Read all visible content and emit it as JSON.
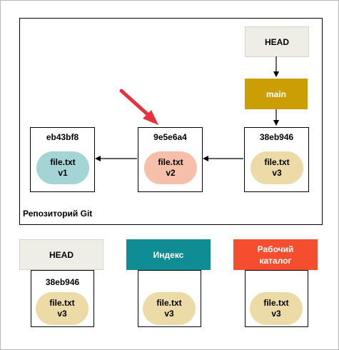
{
  "repo": {
    "label": "Репозиторий Git"
  },
  "refs": {
    "head": "HEAD",
    "branch": "main"
  },
  "commits": [
    {
      "hash": "eb43bf8",
      "file": "file.txt",
      "version": "v1",
      "color": "#a4d4d6"
    },
    {
      "hash": "9e5e6a4",
      "file": "file.txt",
      "version": "v2",
      "color": "#f5bfaa"
    },
    {
      "hash": "38eb946",
      "file": "file.txt",
      "version": "v3",
      "color": "#ecdba6"
    }
  ],
  "areas": [
    {
      "title": "HEAD",
      "hash": "38eb946",
      "file": "file.txt",
      "version": "v3",
      "header_color": "#efeee6",
      "text_color": "#000000"
    },
    {
      "title": "Индекс",
      "hash": "",
      "file": "file.txt",
      "version": "v3",
      "header_color": "#0f8c94",
      "text_color": "#ffffff"
    },
    {
      "title": "Рабочий каталог",
      "title_line1": "Рабочий",
      "title_line2": "каталог",
      "hash": "",
      "file": "file.txt",
      "version": "v3",
      "header_color": "#f54e2f",
      "text_color": "#ffffff"
    }
  ],
  "colors": {
    "head_ref": "#efeee6",
    "branch_ref": "#cc9e06",
    "pointer_arrow": "#e8313c",
    "pill_v3": "#ecdba6"
  }
}
